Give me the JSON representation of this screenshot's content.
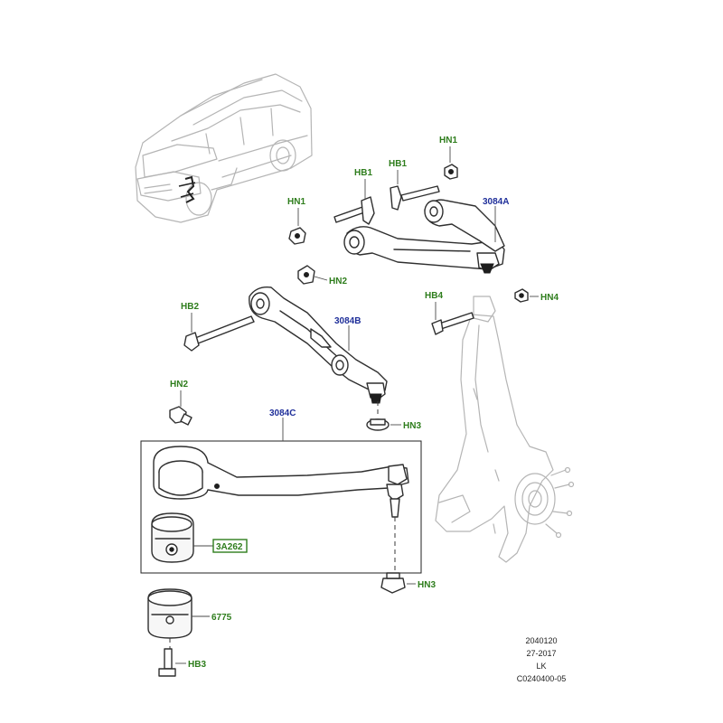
{
  "labels": {
    "hn1_a": "HN1",
    "hb1_a": "HB1",
    "hb1_b": "HB1",
    "hn1_b": "HN1",
    "p3084a": "3084A",
    "hn2_a": "HN2",
    "hb2": "HB2",
    "p3084b": "3084B",
    "hb4": "HB4",
    "hn4": "HN4",
    "hn2_b": "HN2",
    "p3084c": "3084C",
    "hn3_a": "HN3",
    "p3a262": "3A262",
    "hn3_b": "HN3",
    "p6775": "6775",
    "hb3": "HB3"
  },
  "info_block": {
    "line1": "2040120",
    "line2": "27-2017",
    "line3": "LK",
    "line4": "C0240400-05"
  },
  "colors": {
    "fastener_label": "#2e7d1c",
    "part_label": "#1f2f9a",
    "highlight_box": "#2e7d1c"
  }
}
